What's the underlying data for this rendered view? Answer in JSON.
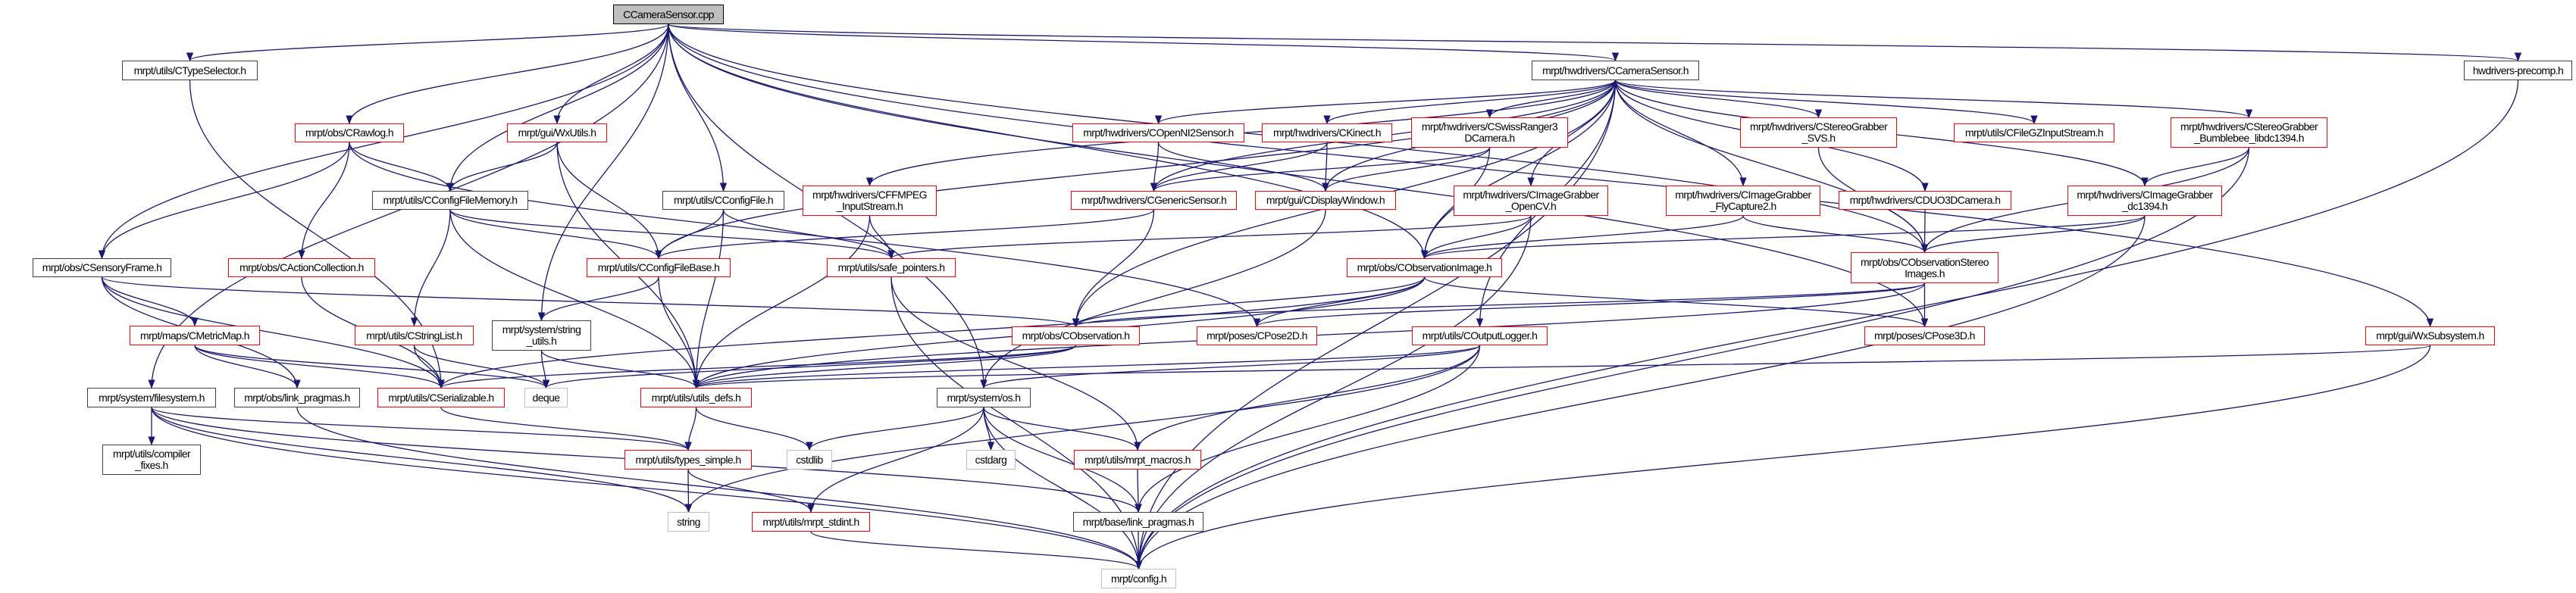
{
  "title": "CCameraSensor.cpp",
  "colors": {
    "edge": "#191970",
    "root_fill": "#bfbfbf",
    "truncated_border": "#ff0000",
    "normal_border": "#404040",
    "system_border": "#bfbfbf"
  },
  "nodes": [
    {
      "id": "cpp",
      "label": "CCameraSensor.cpp",
      "style": "root"
    },
    {
      "id": "ctype",
      "label": "mrpt/utils/CTypeSelector.h",
      "style": "normal"
    },
    {
      "id": "camh",
      "label": "mrpt/hwdrivers/CCameraSensor.h",
      "style": "normal"
    },
    {
      "id": "precomp",
      "label": "hwdrivers-precomp.h",
      "style": "normal"
    },
    {
      "id": "rawlog",
      "label": "mrpt/obs/CRawlog.h",
      "style": "trunc"
    },
    {
      "id": "wxutils",
      "label": "mrpt/gui/WxUtils.h",
      "style": "trunc"
    },
    {
      "id": "openni",
      "label": "mrpt/hwdrivers/COpenNI2Sensor.h",
      "style": "trunc"
    },
    {
      "id": "kinect",
      "label": "mrpt/hwdrivers/CKinect.h",
      "style": "trunc"
    },
    {
      "id": "swiss",
      "label": "mrpt/hwdrivers/CSwissRanger3\nDCamera.h",
      "style": "trunc"
    },
    {
      "id": "svs",
      "label": "mrpt/hwdrivers/CStereoGrabber\n_SVS.h",
      "style": "trunc"
    },
    {
      "id": "filegz",
      "label": "mrpt/utils/CFileGZInputStream.h",
      "style": "trunc"
    },
    {
      "id": "bumble",
      "label": "mrpt/hwdrivers/CStereoGrabber\n_Bumblebee_libdc1394.h",
      "style": "trunc"
    },
    {
      "id": "cfgmem",
      "label": "mrpt/utils/CConfigFileMemory.h",
      "style": "normal"
    },
    {
      "id": "cfgfile",
      "label": "mrpt/utils/CConfigFile.h",
      "style": "normal"
    },
    {
      "id": "ffmpeg",
      "label": "mrpt/hwdrivers/CFFMPEG\n_InputStream.h",
      "style": "trunc"
    },
    {
      "id": "generic",
      "label": "mrpt/hwdrivers/CGenericSensor.h",
      "style": "trunc"
    },
    {
      "id": "display",
      "label": "mrpt/gui/CDisplayWindow.h",
      "style": "trunc"
    },
    {
      "id": "opencv",
      "label": "mrpt/hwdrivers/CImageGrabber\n_OpenCV.h",
      "style": "trunc"
    },
    {
      "id": "fly",
      "label": "mrpt/hwdrivers/CImageGrabber\n_FlyCapture2.h",
      "style": "trunc"
    },
    {
      "id": "duo",
      "label": "mrpt/hwdrivers/CDUO3DCamera.h",
      "style": "trunc"
    },
    {
      "id": "dc1394",
      "label": "mrpt/hwdrivers/CImageGrabber\n_dc1394.h",
      "style": "trunc"
    },
    {
      "id": "sensframe",
      "label": "mrpt/obs/CSensoryFrame.h",
      "style": "normal"
    },
    {
      "id": "actcoll",
      "label": "mrpt/obs/CActionCollection.h",
      "style": "trunc"
    },
    {
      "id": "cfgbase",
      "label": "mrpt/utils/CConfigFileBase.h",
      "style": "trunc"
    },
    {
      "id": "safeptr",
      "label": "mrpt/utils/safe_pointers.h",
      "style": "trunc"
    },
    {
      "id": "obsimg",
      "label": "mrpt/obs/CObservationImage.h",
      "style": "trunc"
    },
    {
      "id": "obsstereo",
      "label": "mrpt/obs/CObservationStereo\nImages.h",
      "style": "trunc"
    },
    {
      "id": "metricmap",
      "label": "mrpt/maps/CMetricMap.h",
      "style": "trunc"
    },
    {
      "id": "strlist",
      "label": "mrpt/utils/CStringList.h",
      "style": "trunc"
    },
    {
      "id": "strutils",
      "label": "mrpt/system/string\n_utils.h",
      "style": "normal"
    },
    {
      "id": "obs",
      "label": "mrpt/obs/CObservation.h",
      "style": "trunc"
    },
    {
      "id": "pose2d",
      "label": "mrpt/poses/CPose2D.h",
      "style": "trunc"
    },
    {
      "id": "logger",
      "label": "mrpt/utils/COutputLogger.h",
      "style": "trunc"
    },
    {
      "id": "pose3d",
      "label": "mrpt/poses/CPose3D.h",
      "style": "trunc"
    },
    {
      "id": "wxsub",
      "label": "mrpt/gui/WxSubsystem.h",
      "style": "trunc"
    },
    {
      "id": "fs",
      "label": "mrpt/system/filesystem.h",
      "style": "normal"
    },
    {
      "id": "obslink",
      "label": "mrpt/obs/link_pragmas.h",
      "style": "normal"
    },
    {
      "id": "serial",
      "label": "mrpt/utils/CSerializable.h",
      "style": "trunc"
    },
    {
      "id": "deque",
      "label": "deque",
      "style": "sys"
    },
    {
      "id": "utdefs",
      "label": "mrpt/utils/utils_defs.h",
      "style": "trunc"
    },
    {
      "id": "os",
      "label": "mrpt/system/os.h",
      "style": "normal"
    },
    {
      "id": "compfix",
      "label": "mrpt/utils/compiler\n_fixes.h",
      "style": "normal"
    },
    {
      "id": "typesimple",
      "label": "mrpt/utils/types_simple.h",
      "style": "trunc"
    },
    {
      "id": "cstdlib",
      "label": "cstdlib",
      "style": "sys"
    },
    {
      "id": "cstdarg",
      "label": "cstdarg",
      "style": "sys"
    },
    {
      "id": "macros",
      "label": "mrpt/utils/mrpt_macros.h",
      "style": "trunc"
    },
    {
      "id": "string",
      "label": "string",
      "style": "sys"
    },
    {
      "id": "stdint",
      "label": "mrpt/utils/mrpt_stdint.h",
      "style": "trunc"
    },
    {
      "id": "baselink",
      "label": "mrpt/base/link_pragmas.h",
      "style": "normal"
    },
    {
      "id": "config",
      "label": "mrpt/config.h",
      "style": "sys"
    }
  ],
  "edges": [
    [
      "cpp",
      "ctype"
    ],
    [
      "cpp",
      "rawlog"
    ],
    [
      "cpp",
      "wxutils"
    ],
    [
      "cpp",
      "cfgmem"
    ],
    [
      "cpp",
      "cfgfile"
    ],
    [
      "cpp",
      "camh"
    ],
    [
      "cpp",
      "precomp"
    ],
    [
      "cpp",
      "sensframe"
    ],
    [
      "cpp",
      "fs"
    ],
    [
      "cpp",
      "strutils"
    ],
    [
      "cpp",
      "os"
    ],
    [
      "cpp",
      "obsimg"
    ],
    [
      "cpp",
      "obsstereo"
    ],
    [
      "cpp",
      "pose3d"
    ],
    [
      "cpp",
      "wxsub"
    ],
    [
      "ctype",
      "serial"
    ],
    [
      "rawlog",
      "sensframe"
    ],
    [
      "rawlog",
      "actcoll"
    ],
    [
      "rawlog",
      "cfgmem"
    ],
    [
      "rawlog",
      "pose2d"
    ],
    [
      "wxutils",
      "cfgmem"
    ],
    [
      "wxutils",
      "cfgbase"
    ],
    [
      "wxutils",
      "utdefs"
    ],
    [
      "cfgmem",
      "cfgbase"
    ],
    [
      "cfgmem",
      "strlist"
    ],
    [
      "cfgmem",
      "utdefs"
    ],
    [
      "cfgmem",
      "safeptr"
    ],
    [
      "cfgfile",
      "cfgbase"
    ],
    [
      "cfgfile",
      "safeptr"
    ],
    [
      "cfgfile",
      "utdefs"
    ],
    [
      "cfgbase",
      "strutils"
    ],
    [
      "cfgbase",
      "utdefs"
    ],
    [
      "sensframe",
      "metricmap"
    ],
    [
      "sensframe",
      "serial"
    ],
    [
      "sensframe",
      "obslink"
    ],
    [
      "sensframe",
      "obs"
    ],
    [
      "actcoll",
      "serial"
    ],
    [
      "metricmap",
      "obslink"
    ],
    [
      "metricmap",
      "serial"
    ],
    [
      "metricmap",
      "deque"
    ],
    [
      "strlist",
      "serial"
    ],
    [
      "strlist",
      "deque"
    ],
    [
      "strutils",
      "deque"
    ],
    [
      "strutils",
      "utdefs"
    ],
    [
      "obs",
      "serial"
    ],
    [
      "obs",
      "deque"
    ],
    [
      "obs",
      "utdefs"
    ],
    [
      "fs",
      "compfix"
    ],
    [
      "fs",
      "typesimple"
    ],
    [
      "fs",
      "string"
    ],
    [
      "fs",
      "baselink"
    ],
    [
      "fs",
      "config"
    ],
    [
      "obslink",
      "config"
    ],
    [
      "serial",
      "typesimple"
    ],
    [
      "utdefs",
      "typesimple"
    ],
    [
      "utdefs",
      "cstdlib"
    ],
    [
      "typesimple",
      "string"
    ],
    [
      "typesimple",
      "stdint"
    ],
    [
      "os",
      "cstdlib"
    ],
    [
      "os",
      "cstdarg"
    ],
    [
      "os",
      "macros"
    ],
    [
      "os",
      "stdint"
    ],
    [
      "os",
      "baselink"
    ],
    [
      "os",
      "config"
    ],
    [
      "macros",
      "baselink"
    ],
    [
      "stdint",
      "config"
    ],
    [
      "baselink",
      "config"
    ],
    [
      "safeptr",
      "macros"
    ],
    [
      "safeptr",
      "config"
    ],
    [
      "camh",
      "openni"
    ],
    [
      "camh",
      "kinect"
    ],
    [
      "camh",
      "swiss"
    ],
    [
      "camh",
      "opencv"
    ],
    [
      "camh",
      "fly"
    ],
    [
      "camh",
      "svs"
    ],
    [
      "camh",
      "duo"
    ],
    [
      "camh",
      "filegz"
    ],
    [
      "camh",
      "bumble"
    ],
    [
      "camh",
      "dc1394"
    ],
    [
      "camh",
      "obsimg"
    ],
    [
      "camh",
      "obsstereo"
    ],
    [
      "camh",
      "generic"
    ],
    [
      "camh",
      "ffmpeg"
    ],
    [
      "camh",
      "display"
    ],
    [
      "camh",
      "logger"
    ],
    [
      "camh",
      "obs"
    ],
    [
      "camh",
      "cfgbase"
    ],
    [
      "camh",
      "config"
    ],
    [
      "openni",
      "generic"
    ],
    [
      "openni",
      "display"
    ],
    [
      "kinect",
      "generic"
    ],
    [
      "kinect",
      "display"
    ],
    [
      "swiss",
      "display"
    ],
    [
      "swiss",
      "obsimg"
    ],
    [
      "swiss",
      "generic"
    ],
    [
      "generic",
      "cfgbase"
    ],
    [
      "generic",
      "obs"
    ],
    [
      "display",
      "os"
    ],
    [
      "ffmpeg",
      "safeptr"
    ],
    [
      "ffmpeg",
      "utdefs"
    ],
    [
      "opencv",
      "obsimg"
    ],
    [
      "opencv",
      "safeptr"
    ],
    [
      "opencv",
      "config"
    ],
    [
      "fly",
      "obsimg"
    ],
    [
      "fly",
      "obsstereo"
    ],
    [
      "duo",
      "obsstereo"
    ],
    [
      "svs",
      "obsstereo"
    ],
    [
      "bumble",
      "dc1394"
    ],
    [
      "bumble",
      "obsstereo"
    ],
    [
      "bumble",
      "config"
    ],
    [
      "dc1394",
      "obsstereo"
    ],
    [
      "dc1394",
      "obsimg"
    ],
    [
      "dc1394",
      "config"
    ],
    [
      "obsimg",
      "obs"
    ],
    [
      "obsimg",
      "pose2d"
    ],
    [
      "obsimg",
      "pose3d"
    ],
    [
      "obsimg",
      "utdefs"
    ],
    [
      "obsimg",
      "serial"
    ],
    [
      "obsstereo",
      "obs"
    ],
    [
      "obsstereo",
      "pose2d"
    ],
    [
      "obsstereo",
      "pose3d"
    ],
    [
      "obsstereo",
      "utdefs"
    ],
    [
      "logger",
      "utdefs"
    ],
    [
      "logger",
      "os"
    ],
    [
      "logger",
      "macros"
    ],
    [
      "logger",
      "string"
    ],
    [
      "logger",
      "baselink"
    ],
    [
      "wxsub",
      "utdefs"
    ],
    [
      "wxsub",
      "config"
    ],
    [
      "precomp",
      "config"
    ]
  ]
}
